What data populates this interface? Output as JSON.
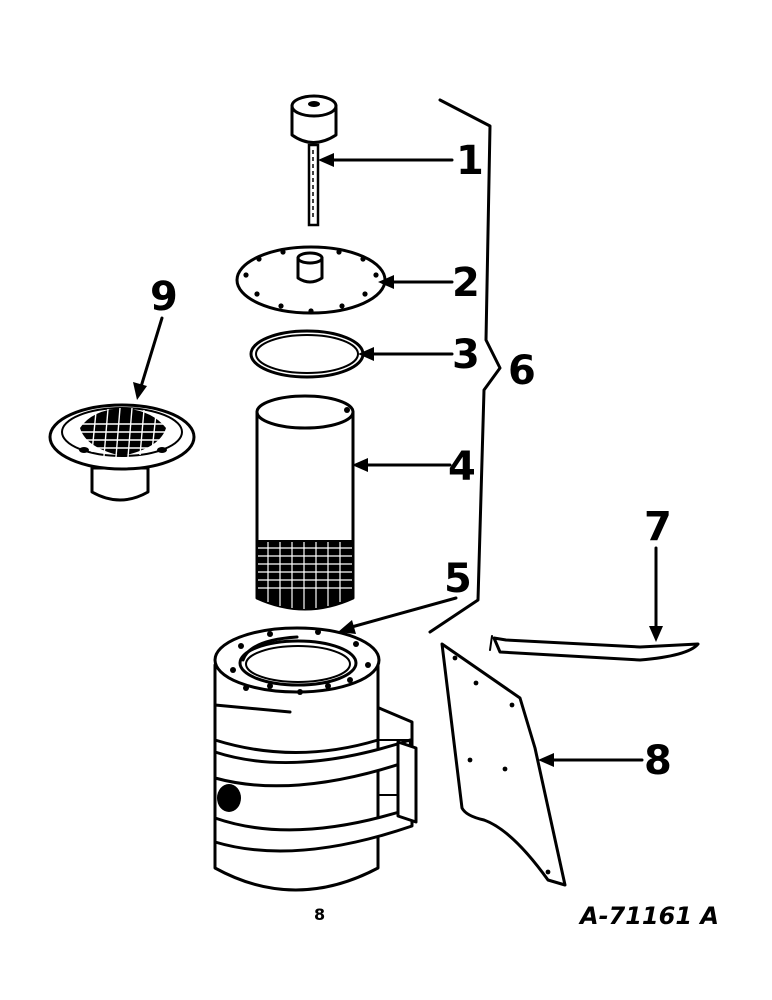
{
  "callouts": {
    "c1": "1",
    "c2": "2",
    "c3": "3",
    "c4": "4",
    "c5": "5",
    "c6": "6",
    "c7": "7",
    "c8": "8",
    "c9": "9"
  },
  "drawing_ref": "A-71161 A",
  "base_mark": "8"
}
